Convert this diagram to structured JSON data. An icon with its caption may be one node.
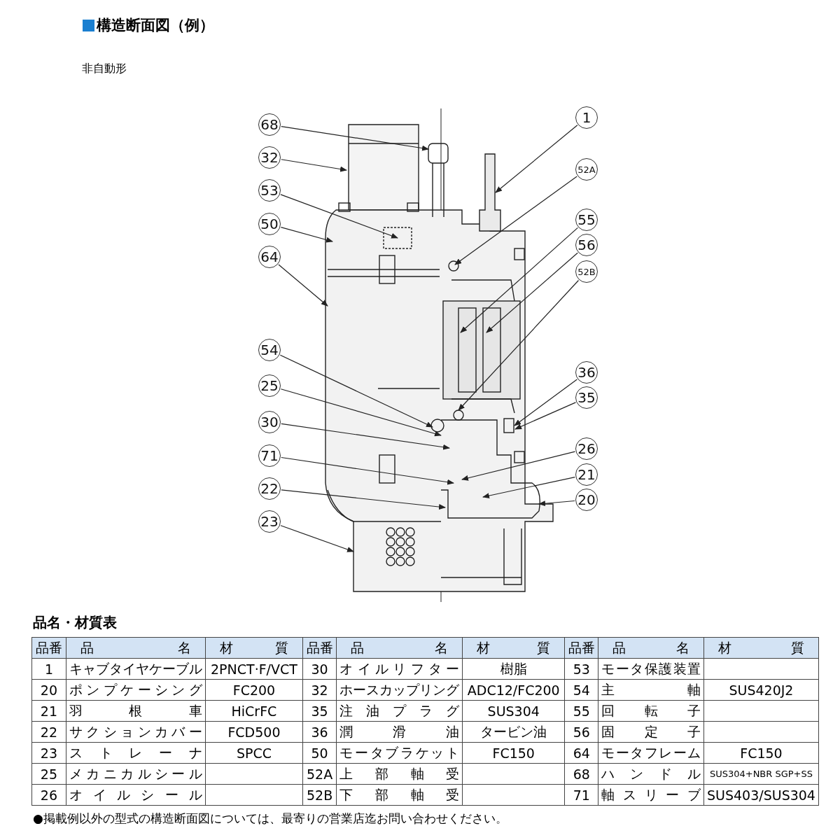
{
  "diagram": {
    "title": "構造断面図（例）",
    "nodes": [
      {
        "text": [
          "68"
        ]
      },
      {
        "text": [
          "32"
        ]
      },
      {
        "text": [
          "53"
        ]
      },
      {
        "text": [
          "50"
        ]
      },
      {
        "text": [
          "64"
        ]
      },
      {
        "text": [
          "54"
        ]
      },
      {
        "text": [
          "25"
        ]
      },
      {
        "text": [
          "30"
        ]
      },
      {
        "text": [
          "71"
        ]
      },
      {
        "text": [
          "22"
        ]
      },
      {
        "text": [
          "23"
        ]
      },
      {
        "text": [
          "1"
        ]
      },
      {
        "text": [
          "52A"
        ]
      },
      {
        "text": [
          "55"
        ]
      },
      {
        "text": [
          "56"
        ]
      },
      {
        "text": [
          "52B"
        ]
      },
      {
        "text": [
          "36"
        ]
      },
      {
        "text": [
          "35"
        ]
      },
      {
        "text": [
          "26"
        ]
      },
      {
        "text": [
          "21"
        ]
      },
      {
        "text": [
          "20"
        ]
      }
    ],
    "edges": [
      {
        "from": 0,
        "to": null,
        "arrow": "to"
      },
      {
        "from": 1,
        "to": null,
        "arrow": "to"
      },
      {
        "from": 2,
        "to": null,
        "arrow": "to"
      },
      {
        "from": 3,
        "to": null,
        "arrow": "to"
      },
      {
        "from": 4,
        "to": null,
        "arrow": "to"
      },
      {
        "from": 5,
        "to": null,
        "arrow": "to"
      },
      {
        "from": 6,
        "to": null,
        "arrow": "to"
      },
      {
        "from": 7,
        "to": null,
        "arrow": "to"
      },
      {
        "from": 8,
        "to": null,
        "arrow": "to"
      },
      {
        "from": 9,
        "to": null,
        "arrow": "to"
      },
      {
        "from": 10,
        "to": null,
        "arrow": "to"
      },
      {
        "from": 11,
        "to": null,
        "arrow": "to"
      },
      {
        "from": 12,
        "to": null,
        "arrow": "to"
      },
      {
        "from": 13,
        "to": null,
        "arrow": "to"
      },
      {
        "from": 14,
        "to": null,
        "arrow": "to"
      },
      {
        "from": 15,
        "to": null,
        "arrow": "to"
      },
      {
        "from": 16,
        "to": null,
        "arrow": "to"
      },
      {
        "from": 17,
        "to": null,
        "arrow": "to"
      },
      {
        "from": 18,
        "to": null,
        "arrow": "to"
      },
      {
        "from": 19,
        "to": null,
        "arrow": "to"
      },
      {
        "from": 20,
        "to": null,
        "arrow": "to"
      }
    ],
    "labels": [
      "非自動形",
      "品名・材質表",
      "品番",
      "品名",
      "材質",
      "品番",
      "品名",
      "材質",
      "品番",
      "品名",
      "材質",
      "1",
      "キャブタイヤケーブル",
      "2PNCT·F/VCT",
      "30",
      "オイルリフター",
      "樹脂",
      "53",
      "モータ保護装置",
      "20",
      "ポンプケーシング",
      "FC200",
      "32",
      "ホースカップリング",
      "ADC12/FC200",
      "54",
      "主軸",
      "SUS420J2",
      "21",
      "羽根車",
      "HiCrFC",
      "35",
      "注油プラグ",
      "SUS304",
      "55",
      "回転子",
      "22",
      "サクションカバー",
      "FCD500",
      "36",
      "潤滑油",
      "タービン油",
      "56",
      "固定子",
      "23",
      "ストレーナ",
      "SPCC",
      "50",
      "モータブラケット",
      "FC150",
      "64",
      "モータフレーム",
      "FC150",
      "25",
      "メカニカルシール",
      "52A",
      "上部軸受",
      "68",
      "ハンドル",
      "SUS304+NBR SGP+SS",
      "26",
      "オイルシール",
      "52B",
      "下部軸受",
      "71",
      "軸スリーブ",
      "SUS403/SUS304",
      "●掲載例以外の型式の構造断面図については、最寄りの営業店迄お問い合わせください。"
    ]
  }
}
